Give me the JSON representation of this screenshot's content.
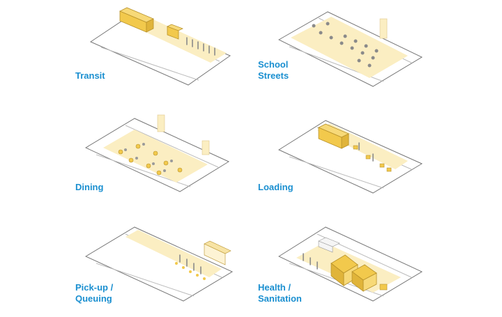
{
  "colors": {
    "accent_text": "#1a8fd0",
    "zone_fill": "#fbeec2",
    "element_fill": "#f2c94c",
    "element_stroke": "#b8922a",
    "line": "#777777",
    "figure": "#8a8a8a"
  },
  "panels": [
    {
      "key": "transit",
      "label_lines": [
        "Transit"
      ]
    },
    {
      "key": "school-streets",
      "label_lines": [
        "School",
        "Streets"
      ]
    },
    {
      "key": "dining",
      "label_lines": [
        "Dining"
      ]
    },
    {
      "key": "loading",
      "label_lines": [
        "Loading"
      ]
    },
    {
      "key": "pickup-queuing",
      "label_lines": [
        "Pick-up /",
        "Queuing"
      ]
    },
    {
      "key": "health-sanitation",
      "label_lines": [
        "Health /",
        "Sanitation"
      ]
    }
  ]
}
